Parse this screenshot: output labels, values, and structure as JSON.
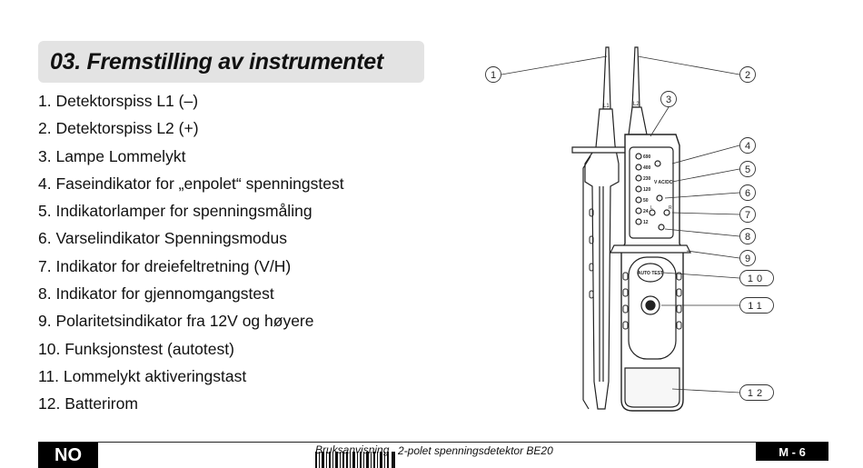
{
  "section": {
    "title": "03. Fremstilling av instrumentet"
  },
  "parts": [
    "1. Detektorspiss L1 (–)",
    "2. Detektorspiss L2 (+)",
    "3. Lampe Lommelykt",
    "4. Faseindikator for „enpolet“ spenningstest",
    "5. Indikatorlamper for spenningsmåling",
    "6. Varselindikator Spenningsmodus",
    "7. Indikator for dreiefeltretning (V/H)",
    "8. Indikator for gjennomgangstest",
    "9. Polaritetsindikator fra 12V og høyere",
    "10. Funksjonstest (autotest)",
    "11. Lommelykt aktiveringstast",
    "12. Batterirom"
  ],
  "diagram": {
    "probe_labels": [
      "L1",
      "L2"
    ],
    "voltage_scale": [
      "690",
      "400",
      "230",
      "120",
      "50",
      "24",
      "12"
    ],
    "indicator_labels": [
      "V AC/DC",
      "R",
      "L"
    ],
    "button_labels": [
      "AUTO TEST"
    ],
    "callouts": [
      "1",
      "2",
      "3",
      "4",
      "5",
      "6",
      "7",
      "8",
      "9",
      "10",
      "11",
      "12"
    ]
  },
  "footer": {
    "language": "NO",
    "doc_type": "Bruksanvisning",
    "doc_name": "2-polet spenningsdetektor BE20",
    "page": "M - 6"
  }
}
